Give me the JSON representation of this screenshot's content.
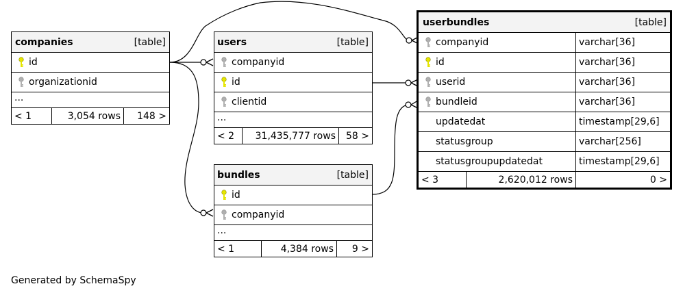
{
  "tables": {
    "companies": {
      "name": "companies",
      "kind": "[table]",
      "columns": [
        {
          "name": "id",
          "key": "primary"
        },
        {
          "name": "organizationid",
          "key": "foreign"
        }
      ],
      "ellipsis": "...",
      "footer": {
        "parents": "< 1",
        "rows": "3,054 rows",
        "children": "148 >"
      }
    },
    "users": {
      "name": "users",
      "kind": "[table]",
      "columns": [
        {
          "name": "companyid",
          "key": "foreign"
        },
        {
          "name": "id",
          "key": "primary"
        },
        {
          "name": "clientid",
          "key": "foreign"
        }
      ],
      "ellipsis": "...",
      "footer": {
        "parents": "< 2",
        "rows": "31,435,777 rows",
        "children": "58 >"
      }
    },
    "bundles": {
      "name": "bundles",
      "kind": "[table]",
      "columns": [
        {
          "name": "id",
          "key": "primary"
        },
        {
          "name": "companyid",
          "key": "foreign"
        }
      ],
      "ellipsis": "...",
      "footer": {
        "parents": "< 1",
        "rows": "4,384 rows",
        "children": "9 >"
      }
    },
    "userbundles": {
      "name": "userbundles",
      "kind": "[table]",
      "columns": [
        {
          "name": "companyid",
          "type": "varchar[36]",
          "key": "foreign"
        },
        {
          "name": "id",
          "type": "varchar[36]",
          "key": "primary"
        },
        {
          "name": "userid",
          "type": "varchar[36]",
          "key": "foreign"
        },
        {
          "name": "bundleid",
          "type": "varchar[36]",
          "key": "foreign"
        },
        {
          "name": "updatedat",
          "type": "timestamp[29,6]",
          "key": "none"
        },
        {
          "name": "statusgroup",
          "type": "varchar[256]",
          "key": "none"
        },
        {
          "name": "statusgroupupdatedat",
          "type": "timestamp[29,6]",
          "key": "none"
        }
      ],
      "footer": {
        "parents": "< 3",
        "rows": "2,620,012 rows",
        "children": "0 >"
      }
    }
  },
  "colors": {
    "primary_key": "#e5e500",
    "foreign_key": "#b0b0b0",
    "header_bg": "#f3f3f3"
  },
  "footer_note": "Generated by SchemaSpy"
}
